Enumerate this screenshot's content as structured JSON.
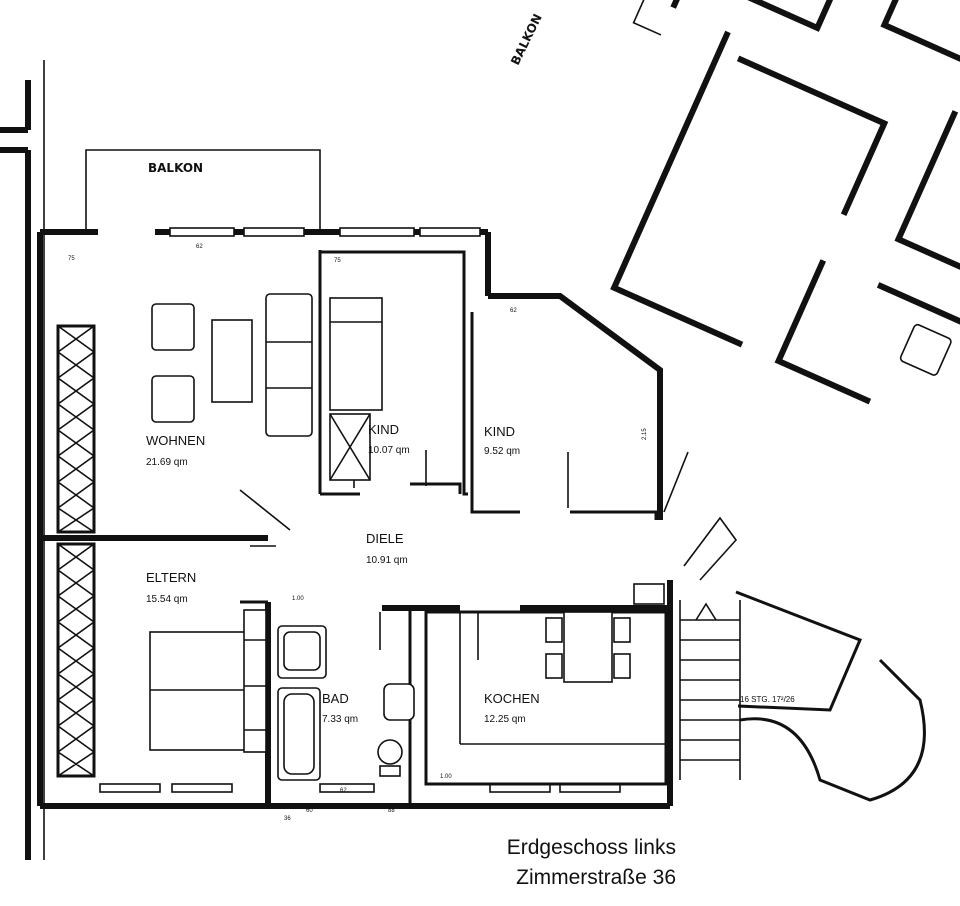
{
  "plan": {
    "balcony_label": "BALKON",
    "rooms": {
      "wohnen": {
        "name": "WOHNEN",
        "area": "21.69 qm"
      },
      "kind1": {
        "name": "KIND",
        "area": "10.07 qm"
      },
      "kind2": {
        "name": "KIND",
        "area": "9.52 qm"
      },
      "diele": {
        "name": "DIELE",
        "area": "10.91 qm"
      },
      "eltern": {
        "name": "ELTERN",
        "area": "15.54 qm"
      },
      "bad": {
        "name": "BAD",
        "area": "7.33 qm"
      },
      "kochen": {
        "name": "KOCHEN",
        "area": "12.25 qm"
      }
    },
    "stair_label": "16 STG. 17²/26",
    "dimensions": [
      "75",
      "62",
      "75",
      "1.00",
      "1.00",
      "2.15",
      "62",
      "60",
      "36",
      "88",
      "62"
    ]
  },
  "caption": {
    "line1": "Erdgeschoss links",
    "line2": "Zimmerstraße 36"
  }
}
